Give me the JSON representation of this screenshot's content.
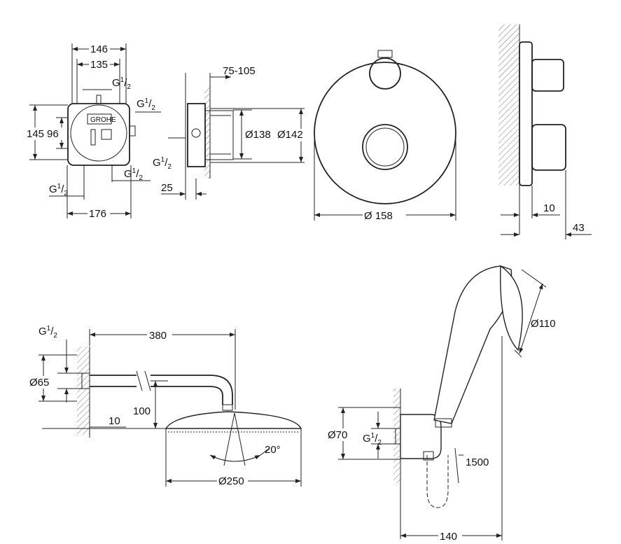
{
  "drawing": {
    "brand_logo": "GROHE",
    "thread": {
      "letter": "G",
      "num": "1",
      "den": "2"
    },
    "top_left": {
      "w146": "146",
      "w135": "135",
      "h145": "145",
      "h96": "96",
      "w176": "176"
    },
    "side_view": {
      "depth": "75-105",
      "d25": "25",
      "dia138": "Ø138",
      "dia142": "Ø142"
    },
    "plate": {
      "dia158": "Ø 158"
    },
    "plate_side": {
      "d10": "10",
      "d43": "43"
    },
    "shower_head": {
      "arm380": "380",
      "dia65": "Ø65",
      "h100": "100",
      "d10": "10",
      "angle": "20°",
      "dia250": "Ø250"
    },
    "hand_shower": {
      "dia110": "Ø110",
      "dia70": "Ø70",
      "hose": "1500",
      "w140": "140"
    }
  }
}
